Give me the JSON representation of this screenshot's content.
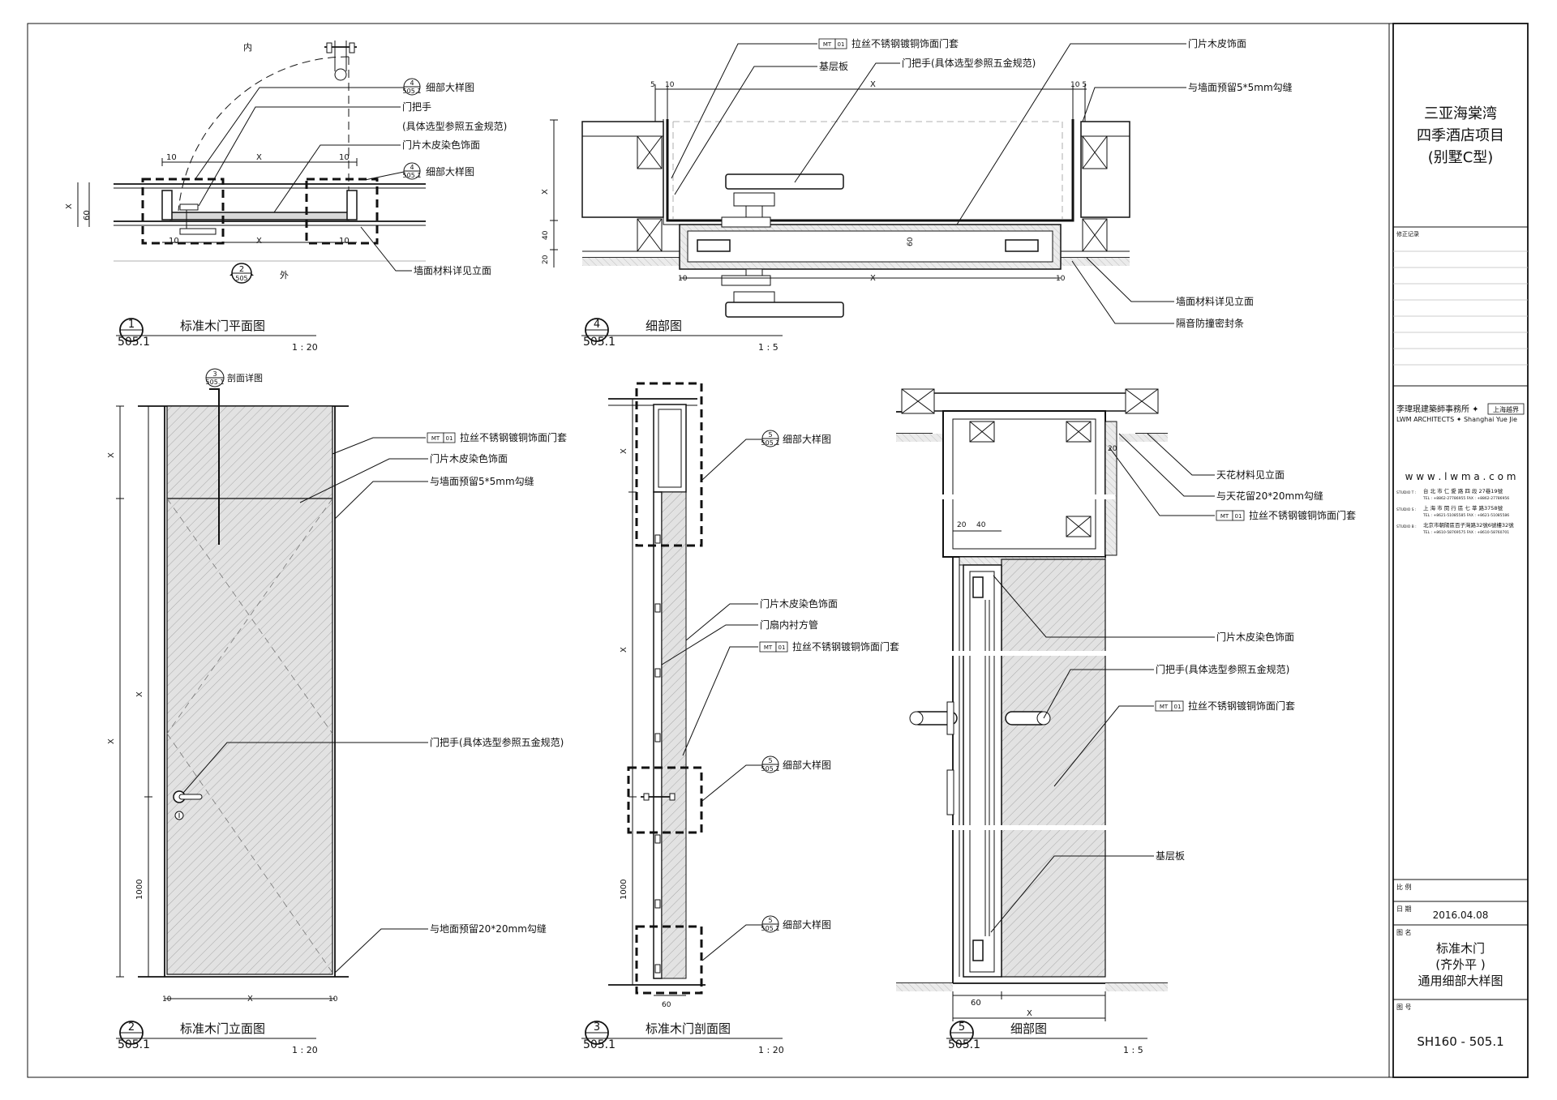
{
  "title_block": {
    "project": [
      "三亚海棠湾",
      "四季酒店项目",
      "(别墅C型)"
    ],
    "revision_label": "修正记录",
    "firm_cn": "李瑋珉建築師事務所 ✦",
    "firm_cn_partner": "上海越界",
    "firm_en": "LWM ARCHITECTS ✦ Shanghai Yue Jie",
    "website": "w w w . l w m a . c o m",
    "studios": [
      {
        "label": "STUDIO T :",
        "address": "台 北 市 仁 愛 路 四 段 27巷19號",
        "tel": "TEL : +8862-27786955   FAX : +8862-27786956"
      },
      {
        "label": "STUDIO S :",
        "address": "上 海 市 閔 行 區 七 莘 路3758號",
        "tel": "TEL : +8621-51085585   FAX : +8621-51085586"
      },
      {
        "label": "STUDIO B :",
        "address": "北京市朝陽區百子灣路32號6號樓32號",
        "tel": "TEL : +8610-58769575   FAX : +8610-58760701"
      }
    ],
    "scale_label": "比 例",
    "date_label": "日 期",
    "date": "2016.04.08",
    "drawing_name_label": "图 名",
    "drawing_name": [
      "标准木门",
      "(齐外平 )",
      "通用细部大样图"
    ],
    "drawing_no_label": "图 号",
    "drawing_no": "SH160 - 505.1"
  },
  "mat_tag": {
    "code": "MT",
    "num": "01"
  },
  "views": [
    {
      "num": "1",
      "ref": "505.1",
      "title": "标准木门平面图",
      "scale": "1 : 20"
    },
    {
      "num": "4",
      "ref": "505.1",
      "title": "细部图",
      "scale": "1 : 5"
    },
    {
      "num": "2",
      "ref": "505.1",
      "title": "标准木门立面图",
      "scale": "1 : 20"
    },
    {
      "num": "3",
      "ref": "505.1",
      "title": "标准木门剖面图",
      "scale": "1 : 20"
    },
    {
      "num": "5",
      "ref": "505.1",
      "title": "细部图",
      "scale": "1 : 5"
    }
  ],
  "plan": {
    "inside": "内",
    "outside": "外",
    "callout_a": {
      "num": "4",
      "ref": "505.1",
      "text": "细部大样图"
    },
    "door_handle": "门把手",
    "handle_spec": "(具体选型参照五金规范)",
    "veneer": "门片木皮染色饰面",
    "callout_b": {
      "num": "4",
      "ref": "505.1",
      "text": "细部大样图"
    },
    "wall_note": "墙面材料详见立面",
    "section_mark": {
      "num": "2",
      "ref": "505"
    },
    "dims": {
      "x": "X",
      "ten": "10",
      "sixty": "60"
    }
  },
  "detail4": {
    "mt_note": "拉丝不锈钢镀铜饰面门套",
    "base_board": "基层板",
    "handle": "门把手(具体选型参照五金规范)",
    "veneer": "门片木皮饰面",
    "gap": "与墙面预留5*5mm勾缝",
    "wall_note": "墙面材料详见立面",
    "seal": "隔音防撞密封条",
    "dims": {
      "five": "5",
      "ten": "10",
      "x": "X",
      "forty": "40",
      "twenty": "20",
      "sixty": "60",
      "ten_five": "10 5"
    }
  },
  "elevation": {
    "section_callout": {
      "num": "3",
      "ref": "505.1",
      "text": "剖面详图"
    },
    "mt_note": "拉丝不锈钢镀铜饰面门套",
    "veneer": "门片木皮染色饰面",
    "gap": "与墙面预留5*5mm勾缝",
    "handle": "门把手(具体选型参照五金规范)",
    "floor_gap": "与地面预留20*20mm勾缝",
    "dims": {
      "x": "X",
      "h1000": "1000",
      "ten": "10"
    }
  },
  "section": {
    "callout_top": {
      "num": "5",
      "ref": "505.1",
      "text": "细部大样图"
    },
    "veneer": "门片木皮染色饰面",
    "tube": "门扇内衬方管",
    "mt_note": "拉丝不锈钢镀铜饰面门套",
    "callout_mid": {
      "num": "5",
      "ref": "505.1",
      "text": "细部大样图"
    },
    "callout_bot": {
      "num": "5",
      "ref": "505.1",
      "text": "细部大样图"
    },
    "dims": {
      "x": "X",
      "h1000": "1000",
      "sixty": "60"
    }
  },
  "detail5": {
    "ceiling": "天花材料见立面",
    "ceiling_gap": "与天花留20*20mm勾缝",
    "mt_note1": "拉丝不锈钢镀铜饰面门套",
    "veneer": "门片木皮染色饰面",
    "handle": "门把手(具体选型参照五金规范)",
    "mt_note2": "拉丝不锈钢镀铜饰面门套",
    "base_board": "基层板",
    "dims": {
      "twenty": "20",
      "forty": "40",
      "sixty": "60",
      "x": "X"
    }
  }
}
